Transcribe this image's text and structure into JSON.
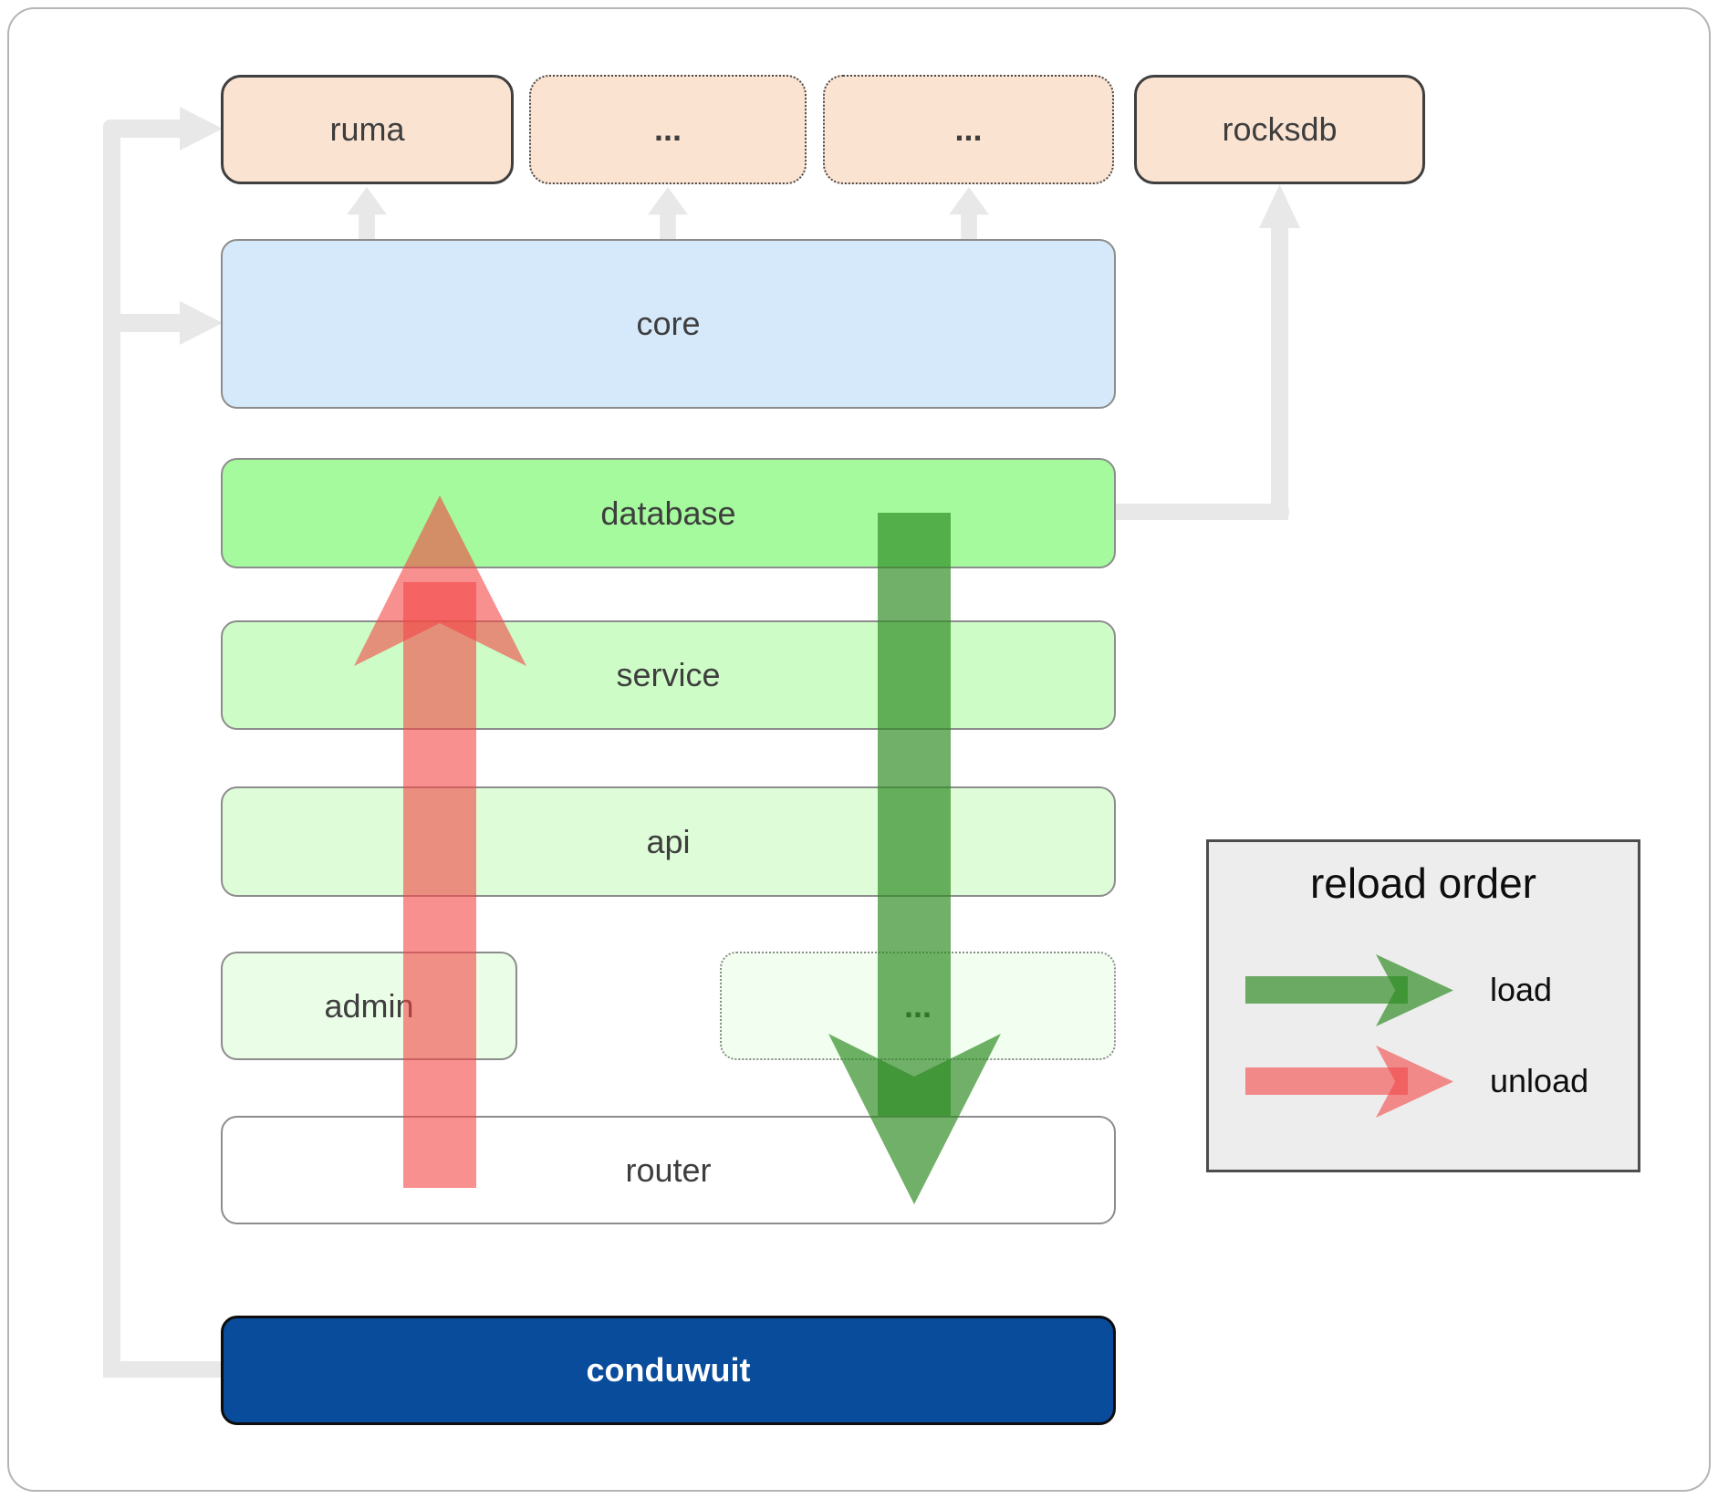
{
  "diagram": {
    "nodes": {
      "ruma": "ruma",
      "dots_top_left": "...",
      "dots_top_right": "...",
      "rocksdb": "rocksdb",
      "core": "core",
      "database": "database",
      "service": "service",
      "api": "api",
      "admin": "admin",
      "dots_mid": "...",
      "router": "router",
      "conduwuit": "conduwuit"
    },
    "legend": {
      "title": "reload order",
      "items": [
        {
          "label": "load",
          "color": "#2c8a22"
        },
        {
          "label": "unload",
          "color": "#f44646"
        }
      ]
    },
    "colors": {
      "crate_fill": "#fbe3d2",
      "core_fill": "#d6e9fa",
      "database_fill": "#a4fa9c",
      "service_fill": "#cefcc7",
      "api_fill": "#ddfcd7",
      "admin_fill": "#eafde6",
      "router_fill": "#ffffff",
      "conduwuit_fill": "#0a4c9c",
      "connector_gray": "#e8e8e8",
      "load_arrow": "#2c8a22",
      "unload_arrow": "#f44646"
    }
  }
}
